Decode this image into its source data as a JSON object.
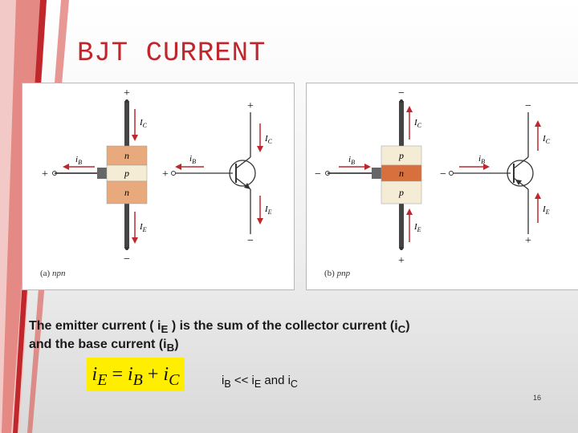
{
  "slide": {
    "title": "BJT CURRENT",
    "page_number": "16",
    "accent_color": "#c0272d"
  },
  "diagrams": [
    {
      "caption_prefix": "(a) ",
      "caption_type": "npn",
      "layers": [
        "n",
        "p",
        "n"
      ],
      "top_sign": "+",
      "bottom_sign": "−",
      "left_sign": "+",
      "mid_sign": "+",
      "symbol_top_sign": "+",
      "symbol_bottom_sign": "−",
      "current_labels": [
        "C",
        "B",
        "E"
      ]
    },
    {
      "caption_prefix": "(b) ",
      "caption_type": "pnp",
      "layers": [
        "p",
        "n",
        "p"
      ],
      "top_sign": "−",
      "bottom_sign": "+",
      "left_sign": "−",
      "mid_sign": "−",
      "symbol_top_sign": "−",
      "symbol_bottom_sign": "+",
      "current_labels": [
        "C",
        "B",
        "E"
      ]
    }
  ],
  "description": {
    "part1": "The emitter current ( i",
    "sub_E": "E",
    "part2": " ) is the sum of the collector current (i",
    "sub_C": "C",
    "part3": ")",
    "part4": "and the base current (i",
    "sub_B": "B",
    "part5": ")"
  },
  "formula": {
    "lhs": "i",
    "lhs_sub": "E",
    "eq": " = ",
    "t1": "i",
    "t1_sub": "B",
    "plus": " + ",
    "t2": "i",
    "t2_sub": "C"
  },
  "relation": {
    "a": "i",
    "a_sub": "B",
    "mid": " << i",
    "b_sub": "E",
    "and": " and i",
    "c_sub": "C"
  },
  "colors": {
    "n_layer": "#e8aa7c",
    "p_layer": "#f5ecd6",
    "n_layer_pnp": "#d8703e",
    "arrow": "#c0272d",
    "highlight": "#ffee00"
  }
}
